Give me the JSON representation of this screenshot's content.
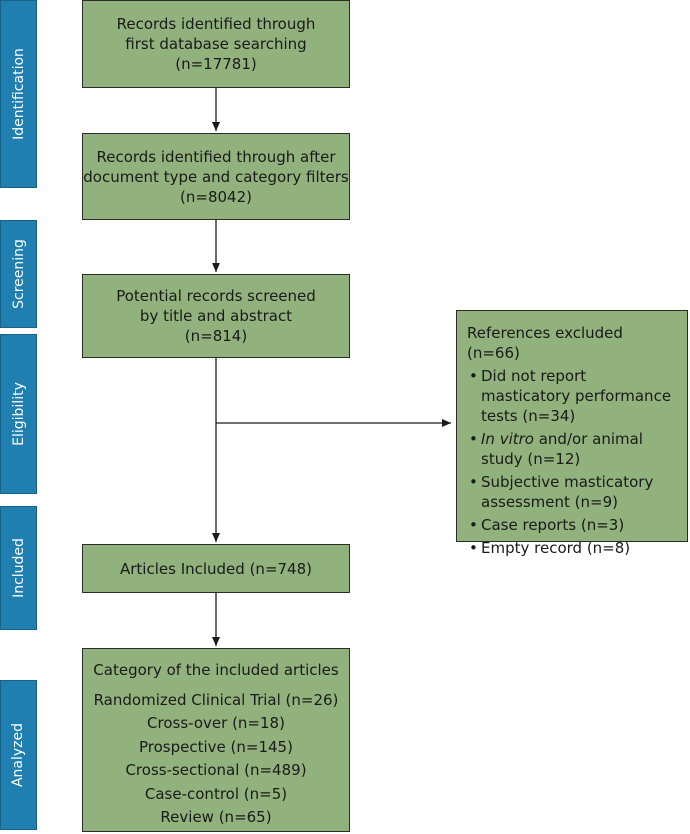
{
  "stages": [
    "Identification",
    "Screening",
    "Eligibility",
    "Included",
    "Analyzed"
  ],
  "boxes": {
    "identified": [
      "Records identified through",
      "first database searching",
      "(n=17781)"
    ],
    "filtered": [
      "Records identified through after",
      "document type and category filters",
      "(n=8042)"
    ],
    "screened": [
      "Potential records screened",
      "by title and abstract",
      "(n=814)"
    ],
    "included": "Articles Included (n=748)"
  },
  "excluded": {
    "title": "References excluded (n=66)",
    "items": [
      {
        "em": "",
        "text": "Did not report masticatory performance tests (n=34)"
      },
      {
        "em": "In vitro",
        "text": " and/or animal study (n=12)"
      },
      {
        "em": "",
        "text": "Subjective masticatory assessment (n=9)"
      },
      {
        "em": "",
        "text": "Case reports (n=3)"
      },
      {
        "em": "",
        "text": "Empty record (n=8)"
      }
    ]
  },
  "categories": {
    "title": "Category of the included articles",
    "items": [
      "Randomized Clinical Trial (n=26)",
      "Cross-over (n=18)",
      "Prospective (n=145)",
      "Cross-sectional (n=489)",
      "Case-control (n=5)",
      "Review (n=65)"
    ]
  },
  "colors": {
    "box_fill": "#92b27d",
    "tab_fill": "#1e7fb0",
    "stroke": "#2b2b2b"
  }
}
